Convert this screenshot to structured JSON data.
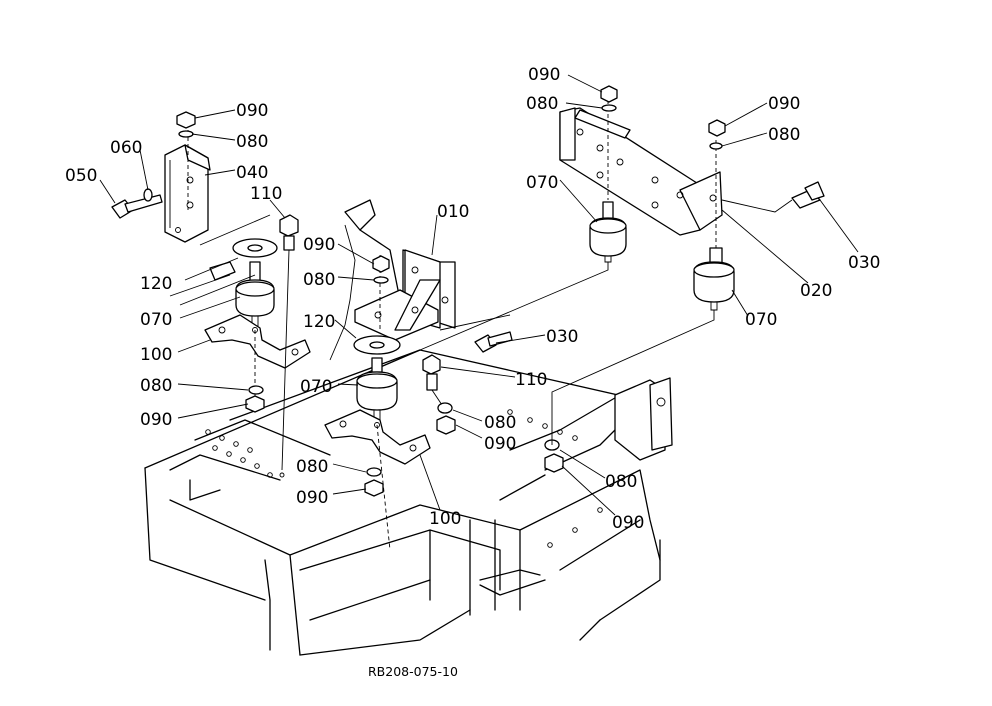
{
  "labels": {
    "p090a": "090",
    "p080a": "080",
    "p060": "060",
    "p040": "040",
    "p050": "050",
    "p110a": "110",
    "p120a": "120",
    "p070a": "070",
    "p100a": "100",
    "p080b": "080",
    "p090b": "090",
    "p090c": "090",
    "p080c": "080",
    "p010": "010",
    "p120b": "120",
    "p070b": "070",
    "p030a": "030",
    "p110b": "110",
    "p080d": "080",
    "p090d": "090",
    "p080e": "080",
    "p090e": "090",
    "p100b": "100",
    "p090f": "090",
    "p080f": "080",
    "p070c": "070",
    "p090g": "090",
    "p080g": "080",
    "p030b": "030",
    "p020": "020",
    "p070d": "070",
    "p080h": "080",
    "p090h": "090"
  },
  "reference_code": "RB208-075-10"
}
